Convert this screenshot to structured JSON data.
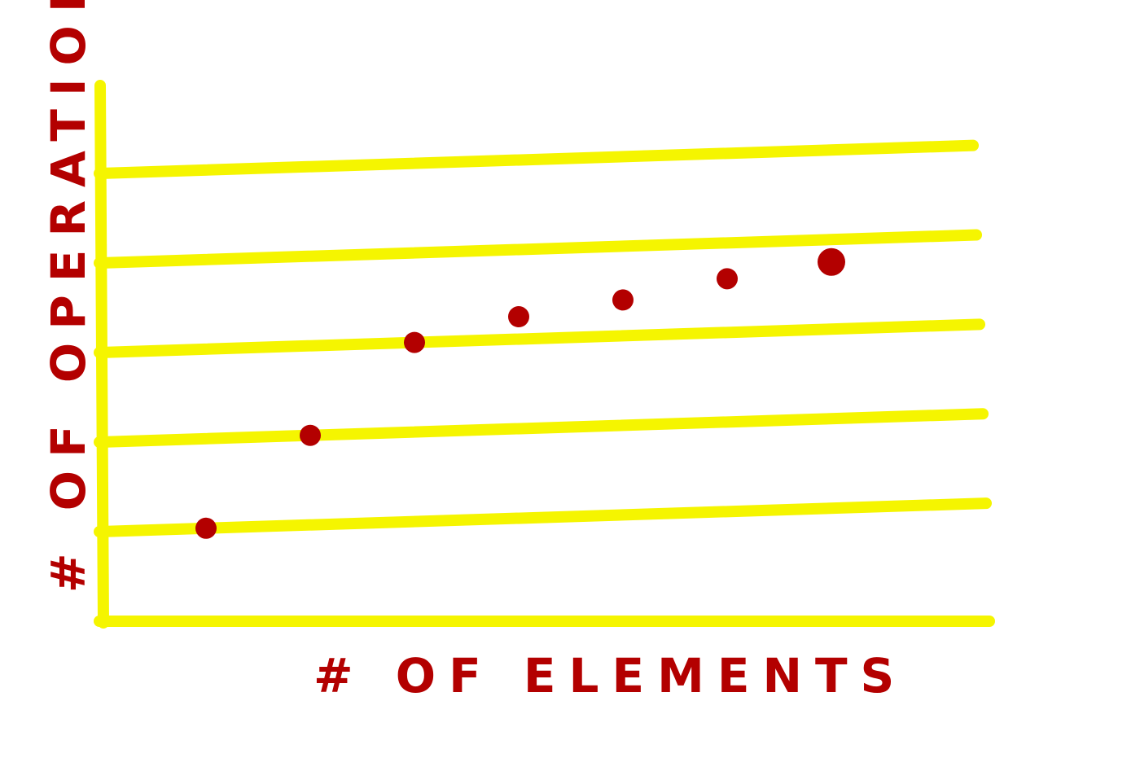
{
  "chart_data": {
    "type": "scatter",
    "title": "",
    "xlabel": "# OF ELEMENTS",
    "ylabel": "# OF OPERATIONS",
    "x": [
      1,
      2,
      3,
      4,
      5,
      6,
      7
    ],
    "y": [
      1.0,
      2.0,
      3.0,
      3.25,
      3.4,
      3.6,
      3.75
    ],
    "ylim": [
      0,
      5
    ],
    "grid": true,
    "colors": {
      "grid": "#f5f500",
      "axis": "#f5f500",
      "points": "#b30000",
      "labels": "#b30000"
    }
  }
}
